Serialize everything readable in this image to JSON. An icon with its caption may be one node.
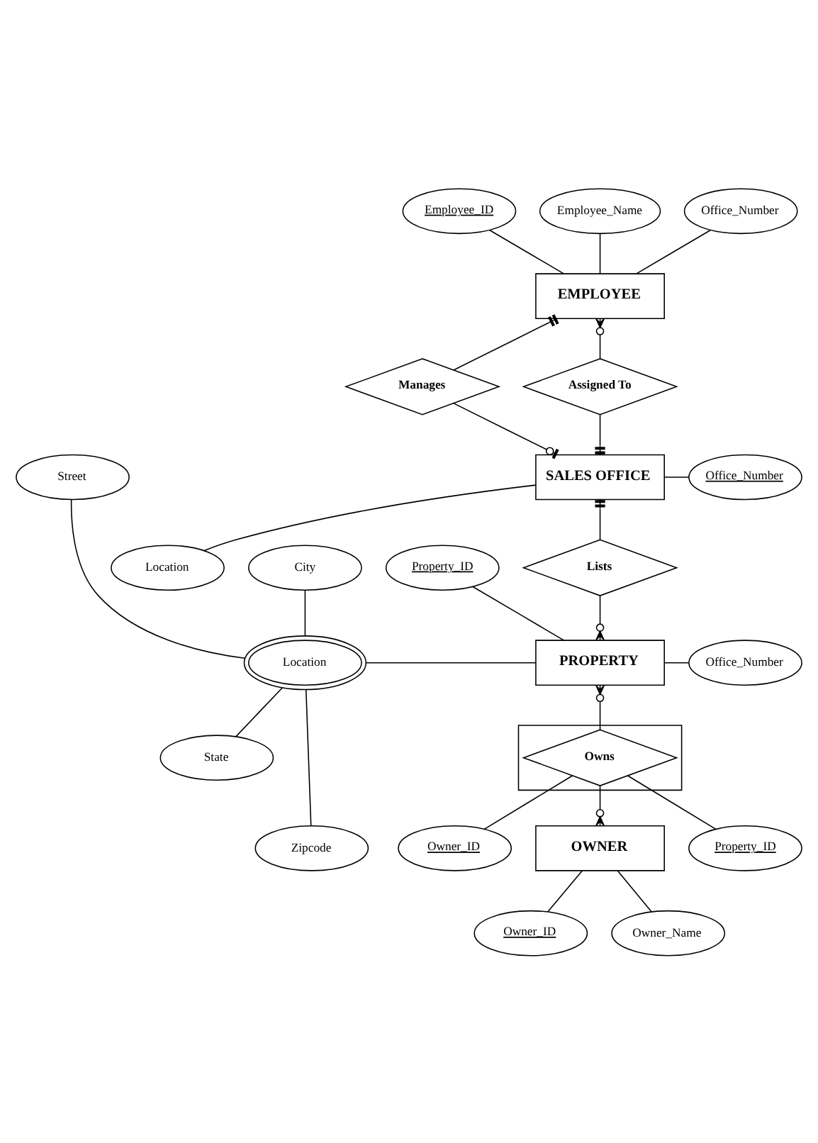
{
  "diagram": {
    "nodes": [
      {
        "text": [
          "Employee_ID"
        ]
      },
      {
        "text": [
          "Employee_Name"
        ]
      },
      {
        "text": [
          "Office_Number"
        ]
      },
      {
        "text": [
          "EMPLOYEE"
        ]
      },
      {
        "text": [
          "Manages"
        ]
      },
      {
        "text": [
          "Assigned To"
        ]
      },
      {
        "text": [
          "Office_Number"
        ]
      },
      {
        "text": [
          "SALES OFFICE"
        ]
      },
      {
        "text": [
          "Location"
        ]
      },
      {
        "text": [
          "Street"
        ]
      },
      {
        "text": [
          "Lists"
        ]
      },
      {
        "text": [
          "Property_ID"
        ]
      },
      {
        "text": [
          "City"
        ]
      },
      {
        "text": [
          "Location"
        ]
      },
      {
        "text": [
          "PROPERTY"
        ]
      },
      {
        "text": [
          "Office_Number"
        ]
      },
      {
        "text": [
          "State"
        ]
      },
      {
        "text": [],
        "shape": "box"
      },
      {
        "text": [
          "Owns"
        ],
        "in": 17
      },
      {
        "text": [
          "Property_ID"
        ]
      },
      {
        "text": [
          "Zipcode"
        ]
      },
      {
        "text": [
          "Owner_ID"
        ]
      },
      {
        "text": [
          "OWNER"
        ]
      },
      {
        "text": [
          "Owner_ID"
        ]
      },
      {
        "text": [
          "Owner_Name"
        ]
      }
    ],
    "edges": [
      {
        "from": 0,
        "to": 3,
        "arrow": "none"
      },
      {
        "from": 1,
        "to": 3,
        "arrow": "none"
      },
      {
        "from": 2,
        "to": 3,
        "arrow": "none"
      },
      {
        "from": 3,
        "to": 4,
        "arrow": "other"
      },
      {
        "from": 3,
        "to": 5,
        "arrow": "other"
      },
      {
        "from": 4,
        "to": 7,
        "arrow": "other"
      },
      {
        "from": 5,
        "to": 7,
        "arrow": "other"
      },
      {
        "from": 7,
        "to": 6,
        "arrow": "none"
      },
      {
        "from": 7,
        "to": 8,
        "arrow": "none"
      },
      {
        "from": 7,
        "to": 10,
        "arrow": "other"
      },
      {
        "from": 10,
        "to": 14,
        "arrow": "other"
      },
      {
        "from": 9,
        "to": 13,
        "arrow": "none"
      },
      {
        "from": 12,
        "to": 13,
        "arrow": "none"
      },
      {
        "from": 13,
        "to": 16,
        "arrow": "none"
      },
      {
        "from": 13,
        "to": 20,
        "arrow": "none"
      },
      {
        "from": 13,
        "to": 14,
        "arrow": "none"
      },
      {
        "from": 11,
        "to": 14,
        "arrow": "none"
      },
      {
        "from": 14,
        "to": 15,
        "arrow": "none"
      },
      {
        "from": 14,
        "to": 18,
        "arrow": "other"
      },
      {
        "from": 18,
        "to": 19,
        "arrow": "none"
      },
      {
        "from": 18,
        "to": 21,
        "arrow": "none"
      },
      {
        "from": 18,
        "to": 22,
        "arrow": "other"
      },
      {
        "from": 22,
        "to": 23,
        "arrow": "none"
      },
      {
        "from": 22,
        "to": 24,
        "arrow": "none"
      }
    ]
  }
}
